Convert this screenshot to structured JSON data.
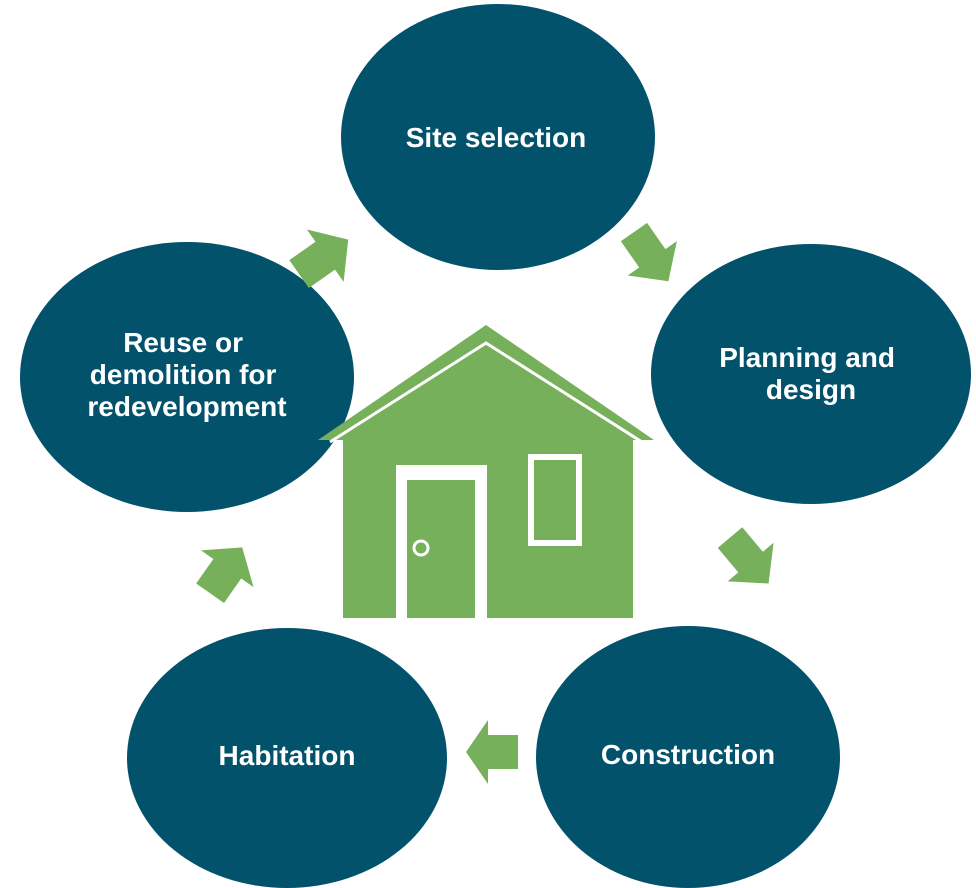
{
  "colors": {
    "stage_fill": "#02526c",
    "arrow_fill": "#77b05a",
    "house_fill": "#77b05a",
    "house_outline": "#ffffff",
    "text": "#ffffff"
  },
  "stages": [
    {
      "id": "site-selection",
      "lines": [
        "Site selection"
      ]
    },
    {
      "id": "planning-and-design",
      "lines": [
        "Planning and",
        "design"
      ]
    },
    {
      "id": "construction",
      "lines": [
        "Construction"
      ]
    },
    {
      "id": "habitation",
      "lines": [
        "Habitation"
      ]
    },
    {
      "id": "reuse-or-demolition",
      "lines": [
        "Reuse or",
        "demolition for",
        "redevelopment"
      ]
    }
  ],
  "arrows": [
    {
      "from": "site-selection",
      "to": "planning-and-design",
      "icon": "arrow-down-right"
    },
    {
      "from": "planning-and-design",
      "to": "construction",
      "icon": "arrow-down-right"
    },
    {
      "from": "construction",
      "to": "habitation",
      "icon": "arrow-left"
    },
    {
      "from": "habitation",
      "to": "reuse-or-demolition",
      "icon": "arrow-up-right"
    },
    {
      "from": "reuse-or-demolition",
      "to": "site-selection",
      "icon": "arrow-up-right"
    }
  ],
  "center_icon": "house-icon"
}
